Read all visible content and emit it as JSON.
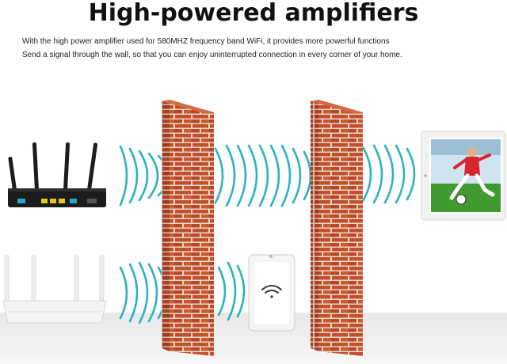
{
  "headline": "High-powered amplifiers",
  "description": {
    "line1": "With the high power amplifier used for 580MHZ frequency band WiFi, it provides more powerful functions",
    "line2": "Send a signal through the wall, so that you can enjoy uninterrupted connection in every corner of your home."
  },
  "colors": {
    "wave": "#2bb3c0",
    "brick": "#c2502a",
    "mortar": "#e9d6c8",
    "black_router": "#1c1c1c",
    "white_router": "#f4f4f4",
    "player_shirt": "#d9262a",
    "grass": "#3f9b2f"
  },
  "icons": {
    "black_router": "router-icon",
    "white_router": "router-icon",
    "repeater": "wifi-extender-icon",
    "tablet": "tablet-icon",
    "wifi_symbol": "wifi-icon"
  }
}
